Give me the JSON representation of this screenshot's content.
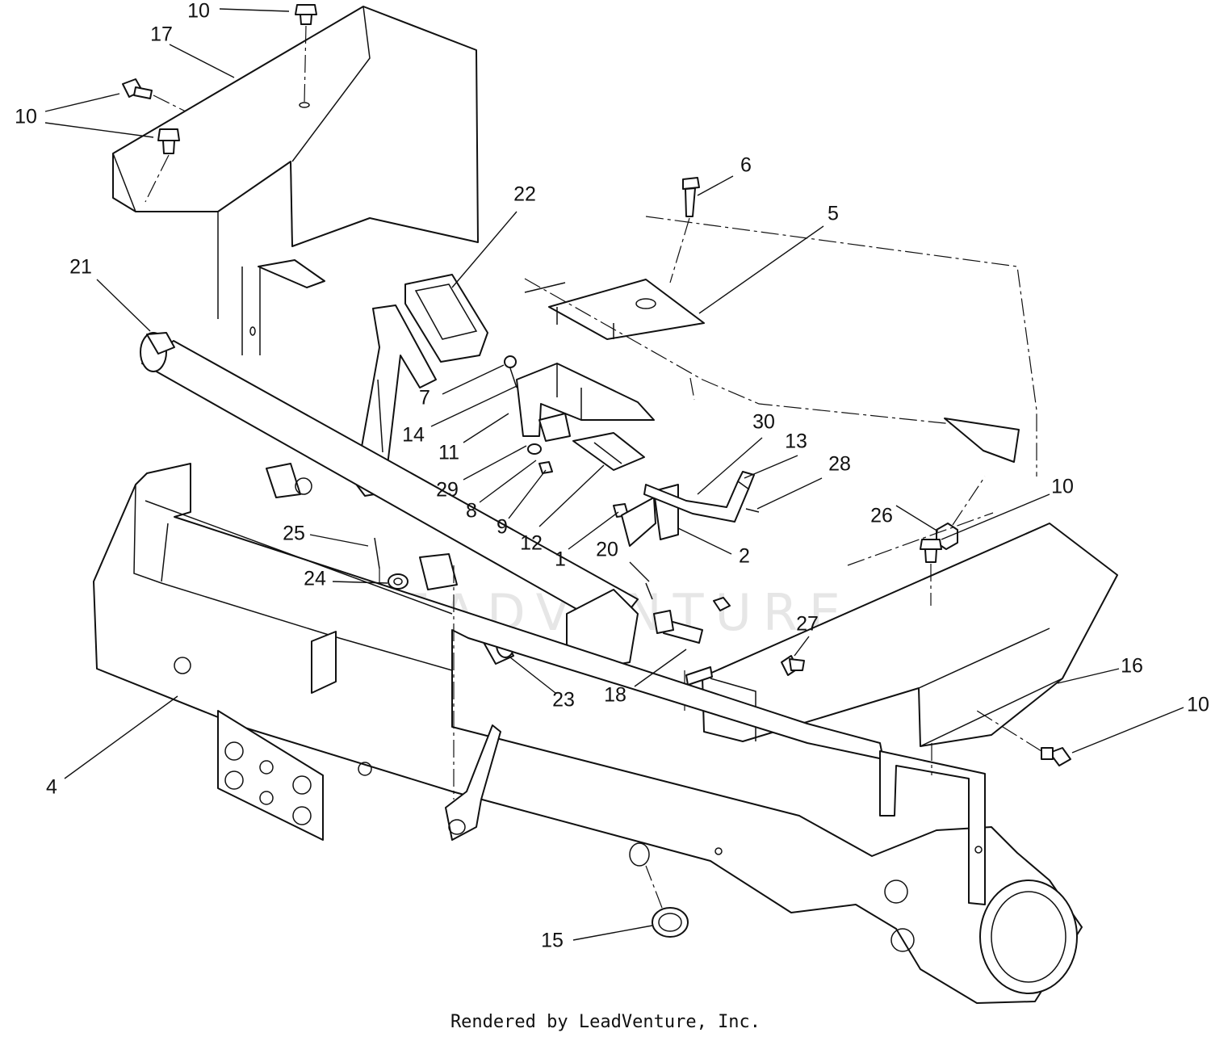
{
  "watermark": {
    "text": "LEADVENTURE"
  },
  "footer": {
    "text": "Rendered by LeadVenture, Inc."
  },
  "callouts": [
    {
      "id": "c10a",
      "label": "10"
    },
    {
      "id": "c17",
      "label": "17"
    },
    {
      "id": "c10b",
      "label": "10"
    },
    {
      "id": "c22",
      "label": "22"
    },
    {
      "id": "c6",
      "label": "6"
    },
    {
      "id": "c5",
      "label": "5"
    },
    {
      "id": "c21",
      "label": "21"
    },
    {
      "id": "c7",
      "label": "7"
    },
    {
      "id": "c14",
      "label": "14"
    },
    {
      "id": "c11",
      "label": "11"
    },
    {
      "id": "c30",
      "label": "30"
    },
    {
      "id": "c13",
      "label": "13"
    },
    {
      "id": "c28",
      "label": "28"
    },
    {
      "id": "c29",
      "label": "29"
    },
    {
      "id": "c8",
      "label": "8"
    },
    {
      "id": "c9",
      "label": "9"
    },
    {
      "id": "c12",
      "label": "12"
    },
    {
      "id": "c1",
      "label": "1"
    },
    {
      "id": "c26",
      "label": "26"
    },
    {
      "id": "c10c",
      "label": "10"
    },
    {
      "id": "c2",
      "label": "2"
    },
    {
      "id": "c25",
      "label": "25"
    },
    {
      "id": "c20",
      "label": "20"
    },
    {
      "id": "c24",
      "label": "24"
    },
    {
      "id": "c27",
      "label": "27"
    },
    {
      "id": "c16",
      "label": "16"
    },
    {
      "id": "c23",
      "label": "23"
    },
    {
      "id": "c18",
      "label": "18"
    },
    {
      "id": "c10d",
      "label": "10"
    },
    {
      "id": "c4",
      "label": "4"
    },
    {
      "id": "c15",
      "label": "15"
    }
  ]
}
